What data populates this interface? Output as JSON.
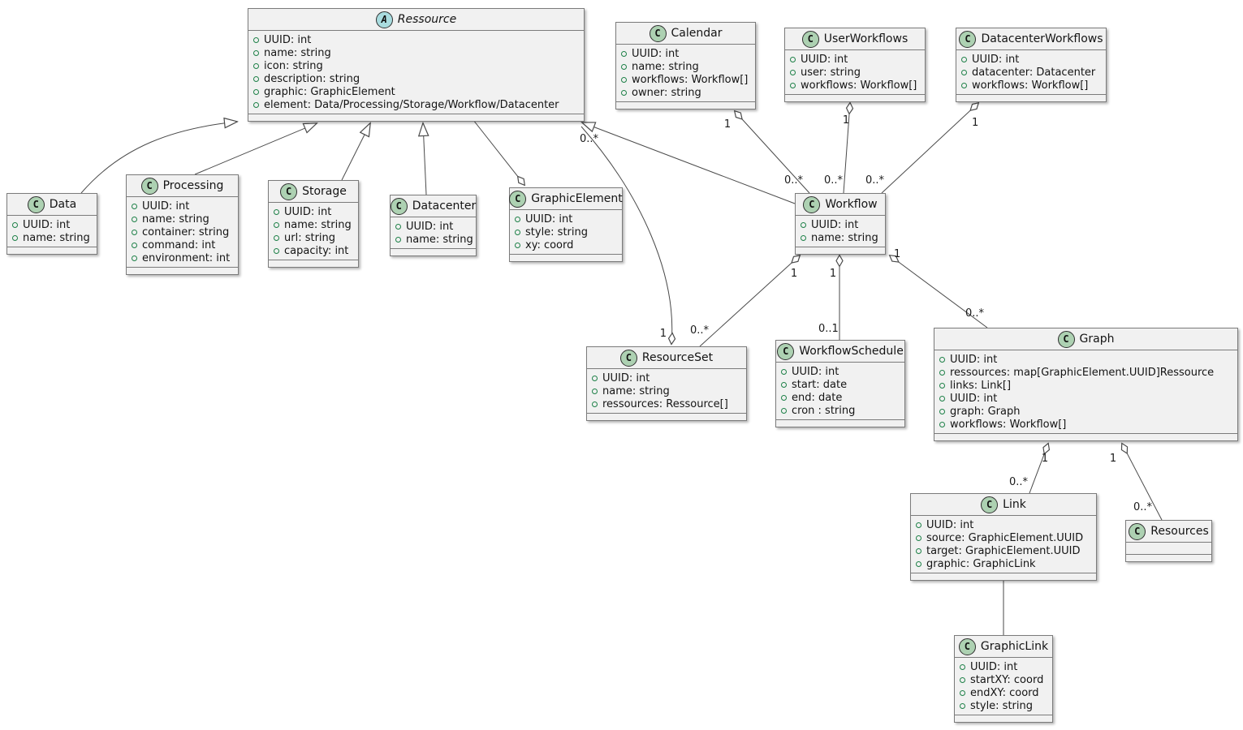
{
  "diagram": {
    "type": "uml-class-diagram",
    "colors": {
      "class_badge_fill": "#ADD1B2",
      "abstract_badge_fill": "#A9DCDF",
      "box_fill": "#F1F1F1",
      "box_border": "#7B7B7B",
      "field_bullet": "#1D8047"
    },
    "classes": [
      {
        "id": "ressource",
        "name": "Ressource",
        "stereotype": "abstract",
        "badge": "A",
        "attributes": [
          "UUID: int",
          "name: string",
          "icon: string",
          "description: string",
          "graphic: GraphicElement",
          "element: Data/Processing/Storage/Workflow/Datacenter"
        ]
      },
      {
        "id": "calendar",
        "name": "Calendar",
        "stereotype": "class",
        "badge": "C",
        "attributes": [
          "UUID: int",
          "name: string",
          "workflows: Workflow[]",
          "owner: string"
        ]
      },
      {
        "id": "userworkflows",
        "name": "UserWorkflows",
        "stereotype": "class",
        "badge": "C",
        "attributes": [
          "UUID: int",
          "user: string",
          "workflows: Workflow[]"
        ]
      },
      {
        "id": "datacenterworkflows",
        "name": "DatacenterWorkflows",
        "stereotype": "class",
        "badge": "C",
        "attributes": [
          "UUID: int",
          "datacenter: Datacenter",
          "workflows: Workflow[]"
        ]
      },
      {
        "id": "data",
        "name": "Data",
        "stereotype": "class",
        "badge": "C",
        "attributes": [
          "UUID: int",
          "name: string"
        ]
      },
      {
        "id": "processing",
        "name": "Processing",
        "stereotype": "class",
        "badge": "C",
        "attributes": [
          "UUID: int",
          "name: string",
          "container: string",
          "command: int",
          "environment: int"
        ]
      },
      {
        "id": "storage",
        "name": "Storage",
        "stereotype": "class",
        "badge": "C",
        "attributes": [
          "UUID: int",
          "name: string",
          "url: string",
          "capacity: int"
        ]
      },
      {
        "id": "datacenter",
        "name": "Datacenter",
        "stereotype": "class",
        "badge": "C",
        "attributes": [
          "UUID: int",
          "name: string"
        ]
      },
      {
        "id": "graphicelement",
        "name": "GraphicElement",
        "stereotype": "class",
        "badge": "C",
        "attributes": [
          "UUID: int",
          "style: string",
          "xy: coord"
        ]
      },
      {
        "id": "workflow",
        "name": "Workflow",
        "stereotype": "class",
        "badge": "C",
        "attributes": [
          "UUID: int",
          "name: string"
        ]
      },
      {
        "id": "resourceset",
        "name": "ResourceSet",
        "stereotype": "class",
        "badge": "C",
        "attributes": [
          "UUID: int",
          "name: string",
          "ressources: Ressource[]"
        ]
      },
      {
        "id": "workflowschedule",
        "name": "WorkflowSchedule",
        "stereotype": "class",
        "badge": "C",
        "attributes": [
          "UUID: int",
          "start: date",
          "end: date",
          "cron : string"
        ]
      },
      {
        "id": "graph",
        "name": "Graph",
        "stereotype": "class",
        "badge": "C",
        "attributes": [
          "UUID: int",
          "ressources: map[GraphicElement.UUID]Ressource",
          "links: Link[]",
          "UUID: int",
          "graph: Graph",
          "workflows: Workflow[]"
        ]
      },
      {
        "id": "link",
        "name": "Link",
        "stereotype": "class",
        "badge": "C",
        "attributes": [
          "UUID: int",
          "source: GraphicElement.UUID",
          "target: GraphicElement.UUID",
          "graphic: GraphicLink"
        ]
      },
      {
        "id": "resources",
        "name": "Resources",
        "stereotype": "class",
        "badge": "C",
        "attributes": []
      },
      {
        "id": "graphiclink",
        "name": "GraphicLink",
        "stereotype": "class",
        "badge": "C",
        "attributes": [
          "UUID: int",
          "startXY: coord",
          "endXY: coord",
          "style: string"
        ]
      }
    ],
    "edges": [
      {
        "from": "Data",
        "to": "Ressource",
        "type": "generalization"
      },
      {
        "from": "Processing",
        "to": "Ressource",
        "type": "generalization"
      },
      {
        "from": "Storage",
        "to": "Ressource",
        "type": "generalization"
      },
      {
        "from": "Datacenter",
        "to": "Ressource",
        "type": "generalization"
      },
      {
        "from": "Workflow",
        "to": "Ressource",
        "type": "generalization"
      },
      {
        "from": "GraphicElement",
        "to": "Ressource",
        "type": "aggregation"
      },
      {
        "from": "ResourceSet",
        "to": "Ressource",
        "type": "aggregation",
        "from_label": "1",
        "to_label": "0..*"
      },
      {
        "from": "Calendar",
        "to": "Workflow",
        "type": "aggregation",
        "from_label": "1",
        "to_label": "0..*"
      },
      {
        "from": "UserWorkflows",
        "to": "Workflow",
        "type": "aggregation",
        "from_label": "1",
        "to_label": "0..*"
      },
      {
        "from": "DatacenterWorkflows",
        "to": "Workflow",
        "type": "aggregation",
        "from_label": "1",
        "to_label": "0..*"
      },
      {
        "from": "Workflow",
        "to": "ResourceSet",
        "type": "aggregation",
        "from_label": "1",
        "to_label": "0..*"
      },
      {
        "from": "Workflow",
        "to": "WorkflowSchedule",
        "type": "aggregation",
        "from_label": "1",
        "to_label": "0..1"
      },
      {
        "from": "Workflow",
        "to": "Graph",
        "type": "aggregation",
        "from_label": "1",
        "to_label": "0..*"
      },
      {
        "from": "Graph",
        "to": "Link",
        "type": "aggregation",
        "from_label": "1",
        "to_label": "0..*"
      },
      {
        "from": "Graph",
        "to": "Resources",
        "type": "aggregation",
        "from_label": "1",
        "to_label": "0..*"
      },
      {
        "from": "Link",
        "to": "GraphicLink",
        "type": "association"
      }
    ]
  }
}
